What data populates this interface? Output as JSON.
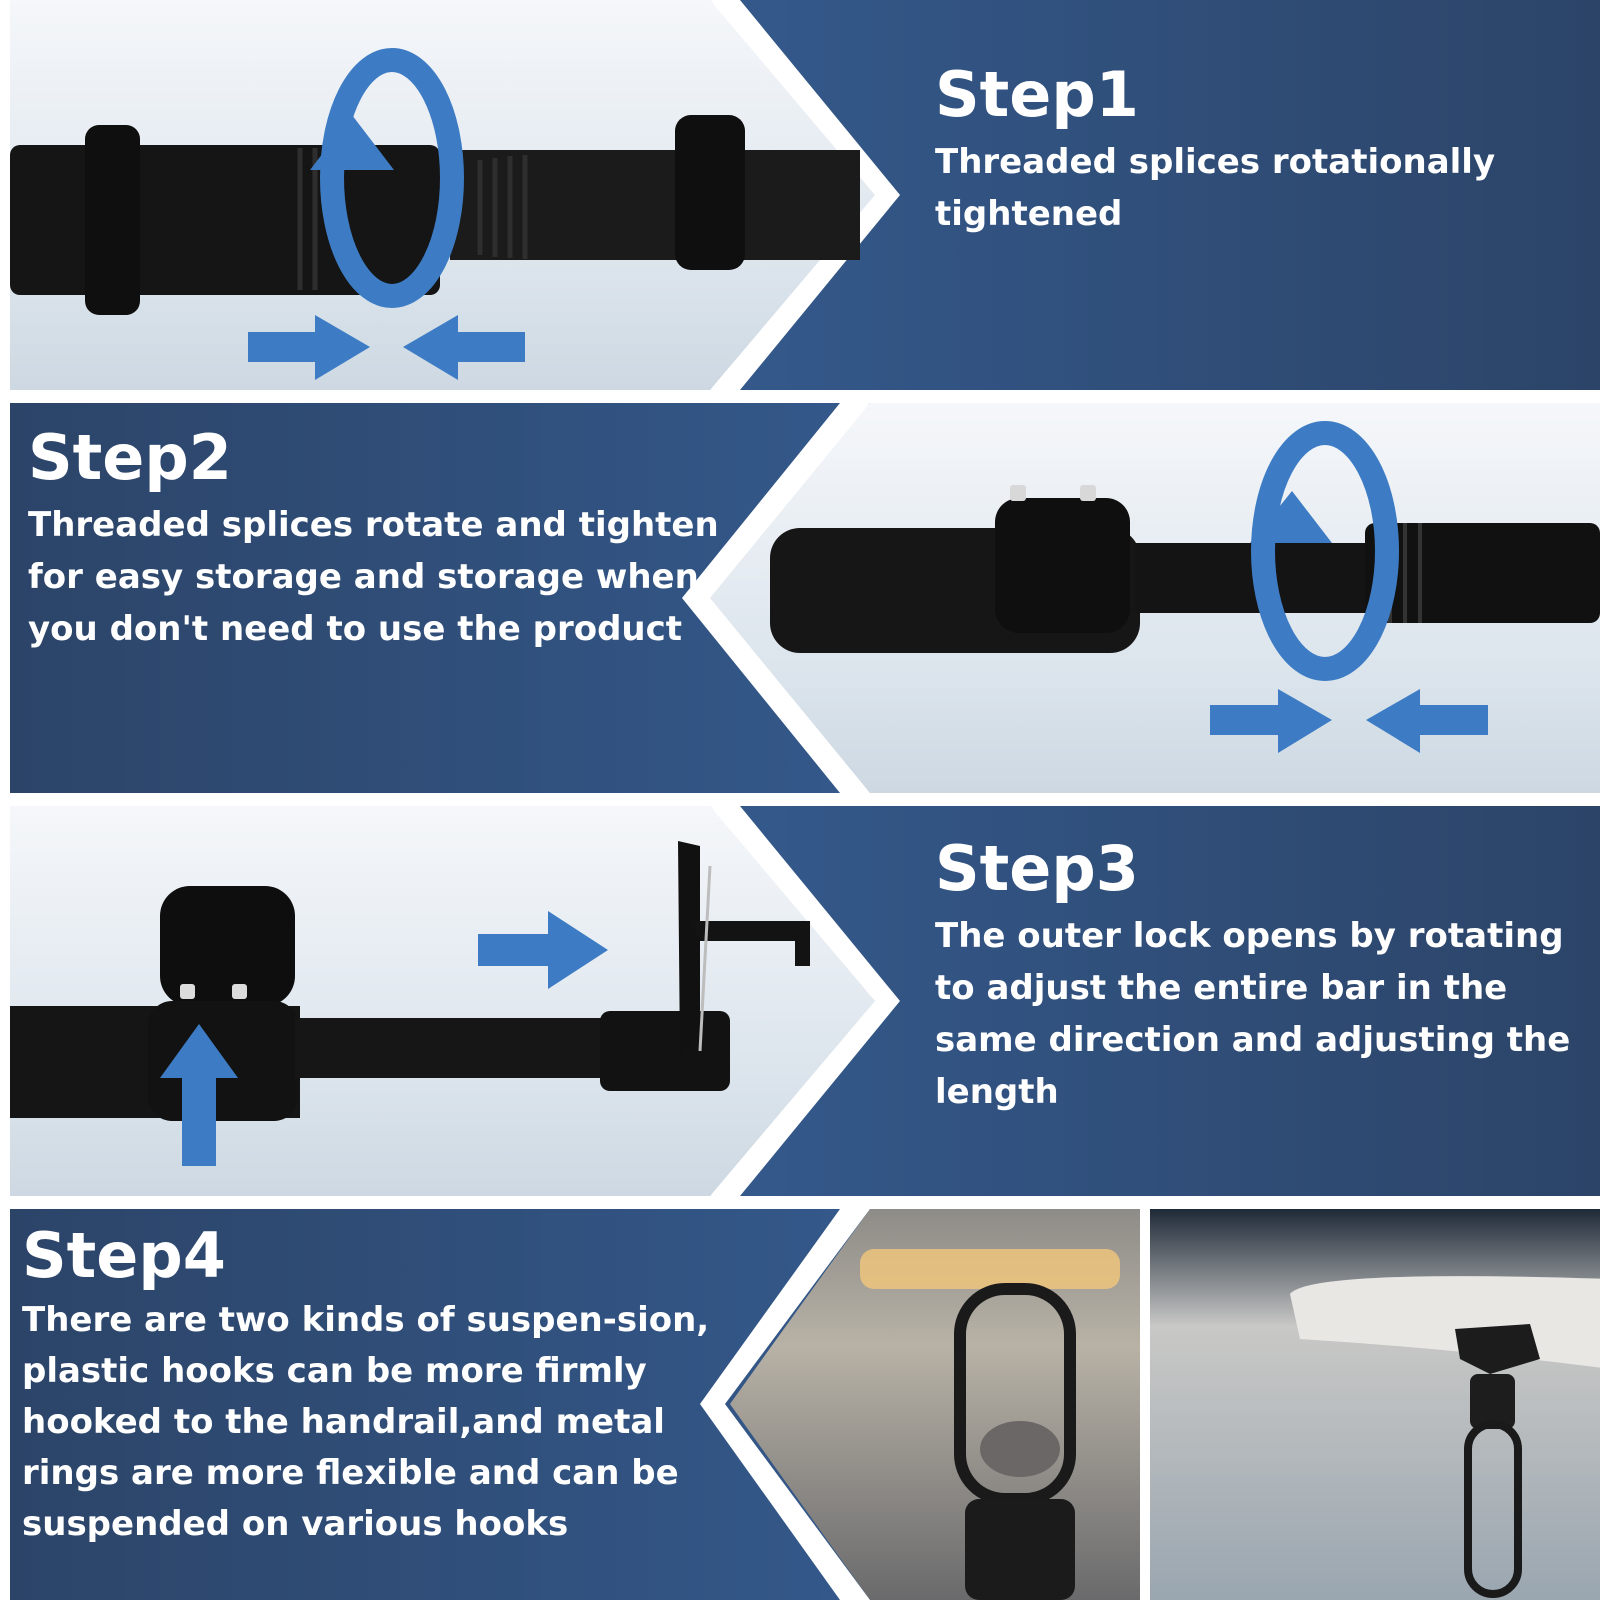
{
  "colors": {
    "panel_dark": "#2c4468",
    "panel_mid": "#3a6aa8",
    "accent_blue": "#3d7cc4",
    "chevron_white": "#ffffff",
    "photo_bg": "#e6edf3",
    "bar_black": "#141414"
  },
  "steps": [
    {
      "title": "Step1",
      "description": "Threaded splices rotationally tightened"
    },
    {
      "title": "Step2",
      "description": "Threaded splices rotate and tighten for easy storage and storage when you don't need to use the product"
    },
    {
      "title": "Step3",
      "description": "The outer lock opens by rotating to adjust the entire bar in the same direction and adjusting the length"
    },
    {
      "title": "Step4",
      "description": "There are two kinds of suspen-sion, plastic hooks can be more firmly hooked to the handrail,and metal rings are more flexible and can be suspended on various hooks"
    }
  ],
  "icons": {
    "rotate": "rotate-arrow-icon",
    "push_in": "push-in-arrows-icon",
    "push_right": "arrow-right-icon",
    "push_up": "arrow-up-icon"
  }
}
